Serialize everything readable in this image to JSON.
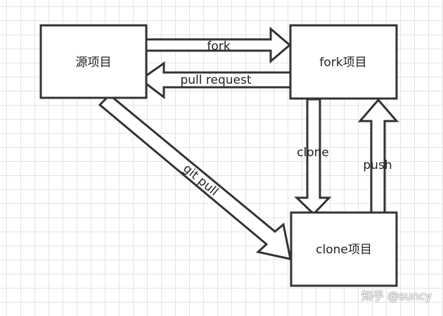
{
  "nodes": {
    "source": "源项目",
    "fork": "fork项目",
    "clone": "clone项目"
  },
  "edges": {
    "fork": "fork",
    "pull_request": "pull request",
    "clone": "clone",
    "push": "push",
    "git_pull": "git pull"
  },
  "watermark": "知乎 @suncy",
  "colors": {
    "stroke": "#333333",
    "fill": "#ffffff",
    "grid": "#e3e3e3"
  }
}
